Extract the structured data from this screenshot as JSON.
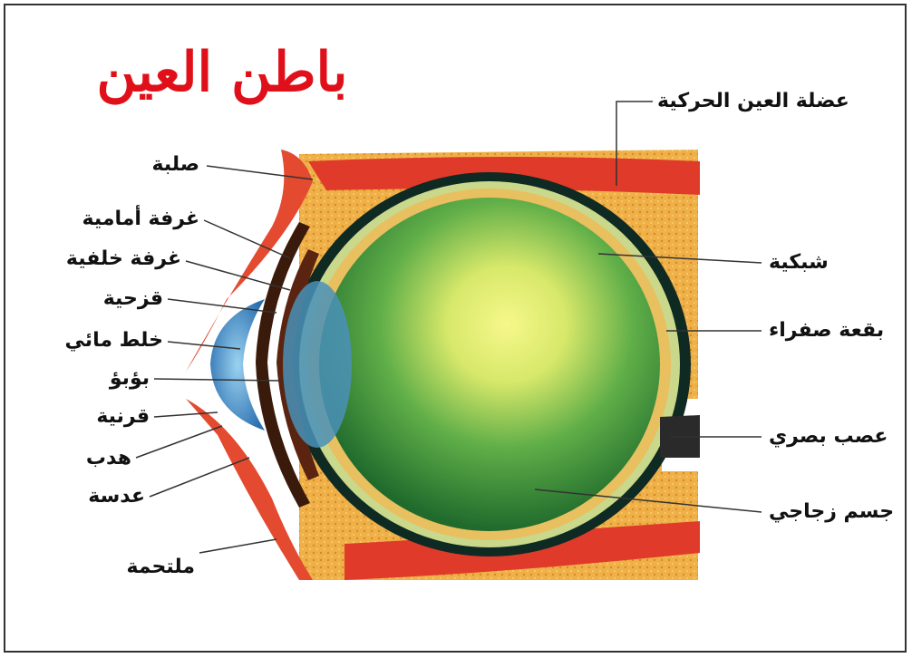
{
  "title": "باطن العين",
  "labels_left": {
    "sclera": "صلبة",
    "anterior_chamber": "غرفة أمامية",
    "posterior_chamber": "غرفة خلفية",
    "iris": "قزحية",
    "aqueous_humor": "خلط مائي",
    "pupil": "بؤبؤ",
    "cornea": "قرنية",
    "eyelash": "هدب",
    "lens": "عدسة",
    "conjunctiva": "ملتحمة"
  },
  "labels_right": {
    "eye_muscle": "عضلة العين الحركية",
    "retina": "شبكية",
    "macula": "بقعة صفراء",
    "optic_nerve": "عصب بصري",
    "vitreous_body": "جسم زجاجي"
  },
  "colors": {
    "title": "#e0101a",
    "fat_tissue": "#f2b24a",
    "muscle": "#e03a2a",
    "vitreous": "#3f9a3a",
    "vitreous_center": "#eef27a",
    "cornea": "#3a8fd0",
    "iris": "#5a2410"
  }
}
